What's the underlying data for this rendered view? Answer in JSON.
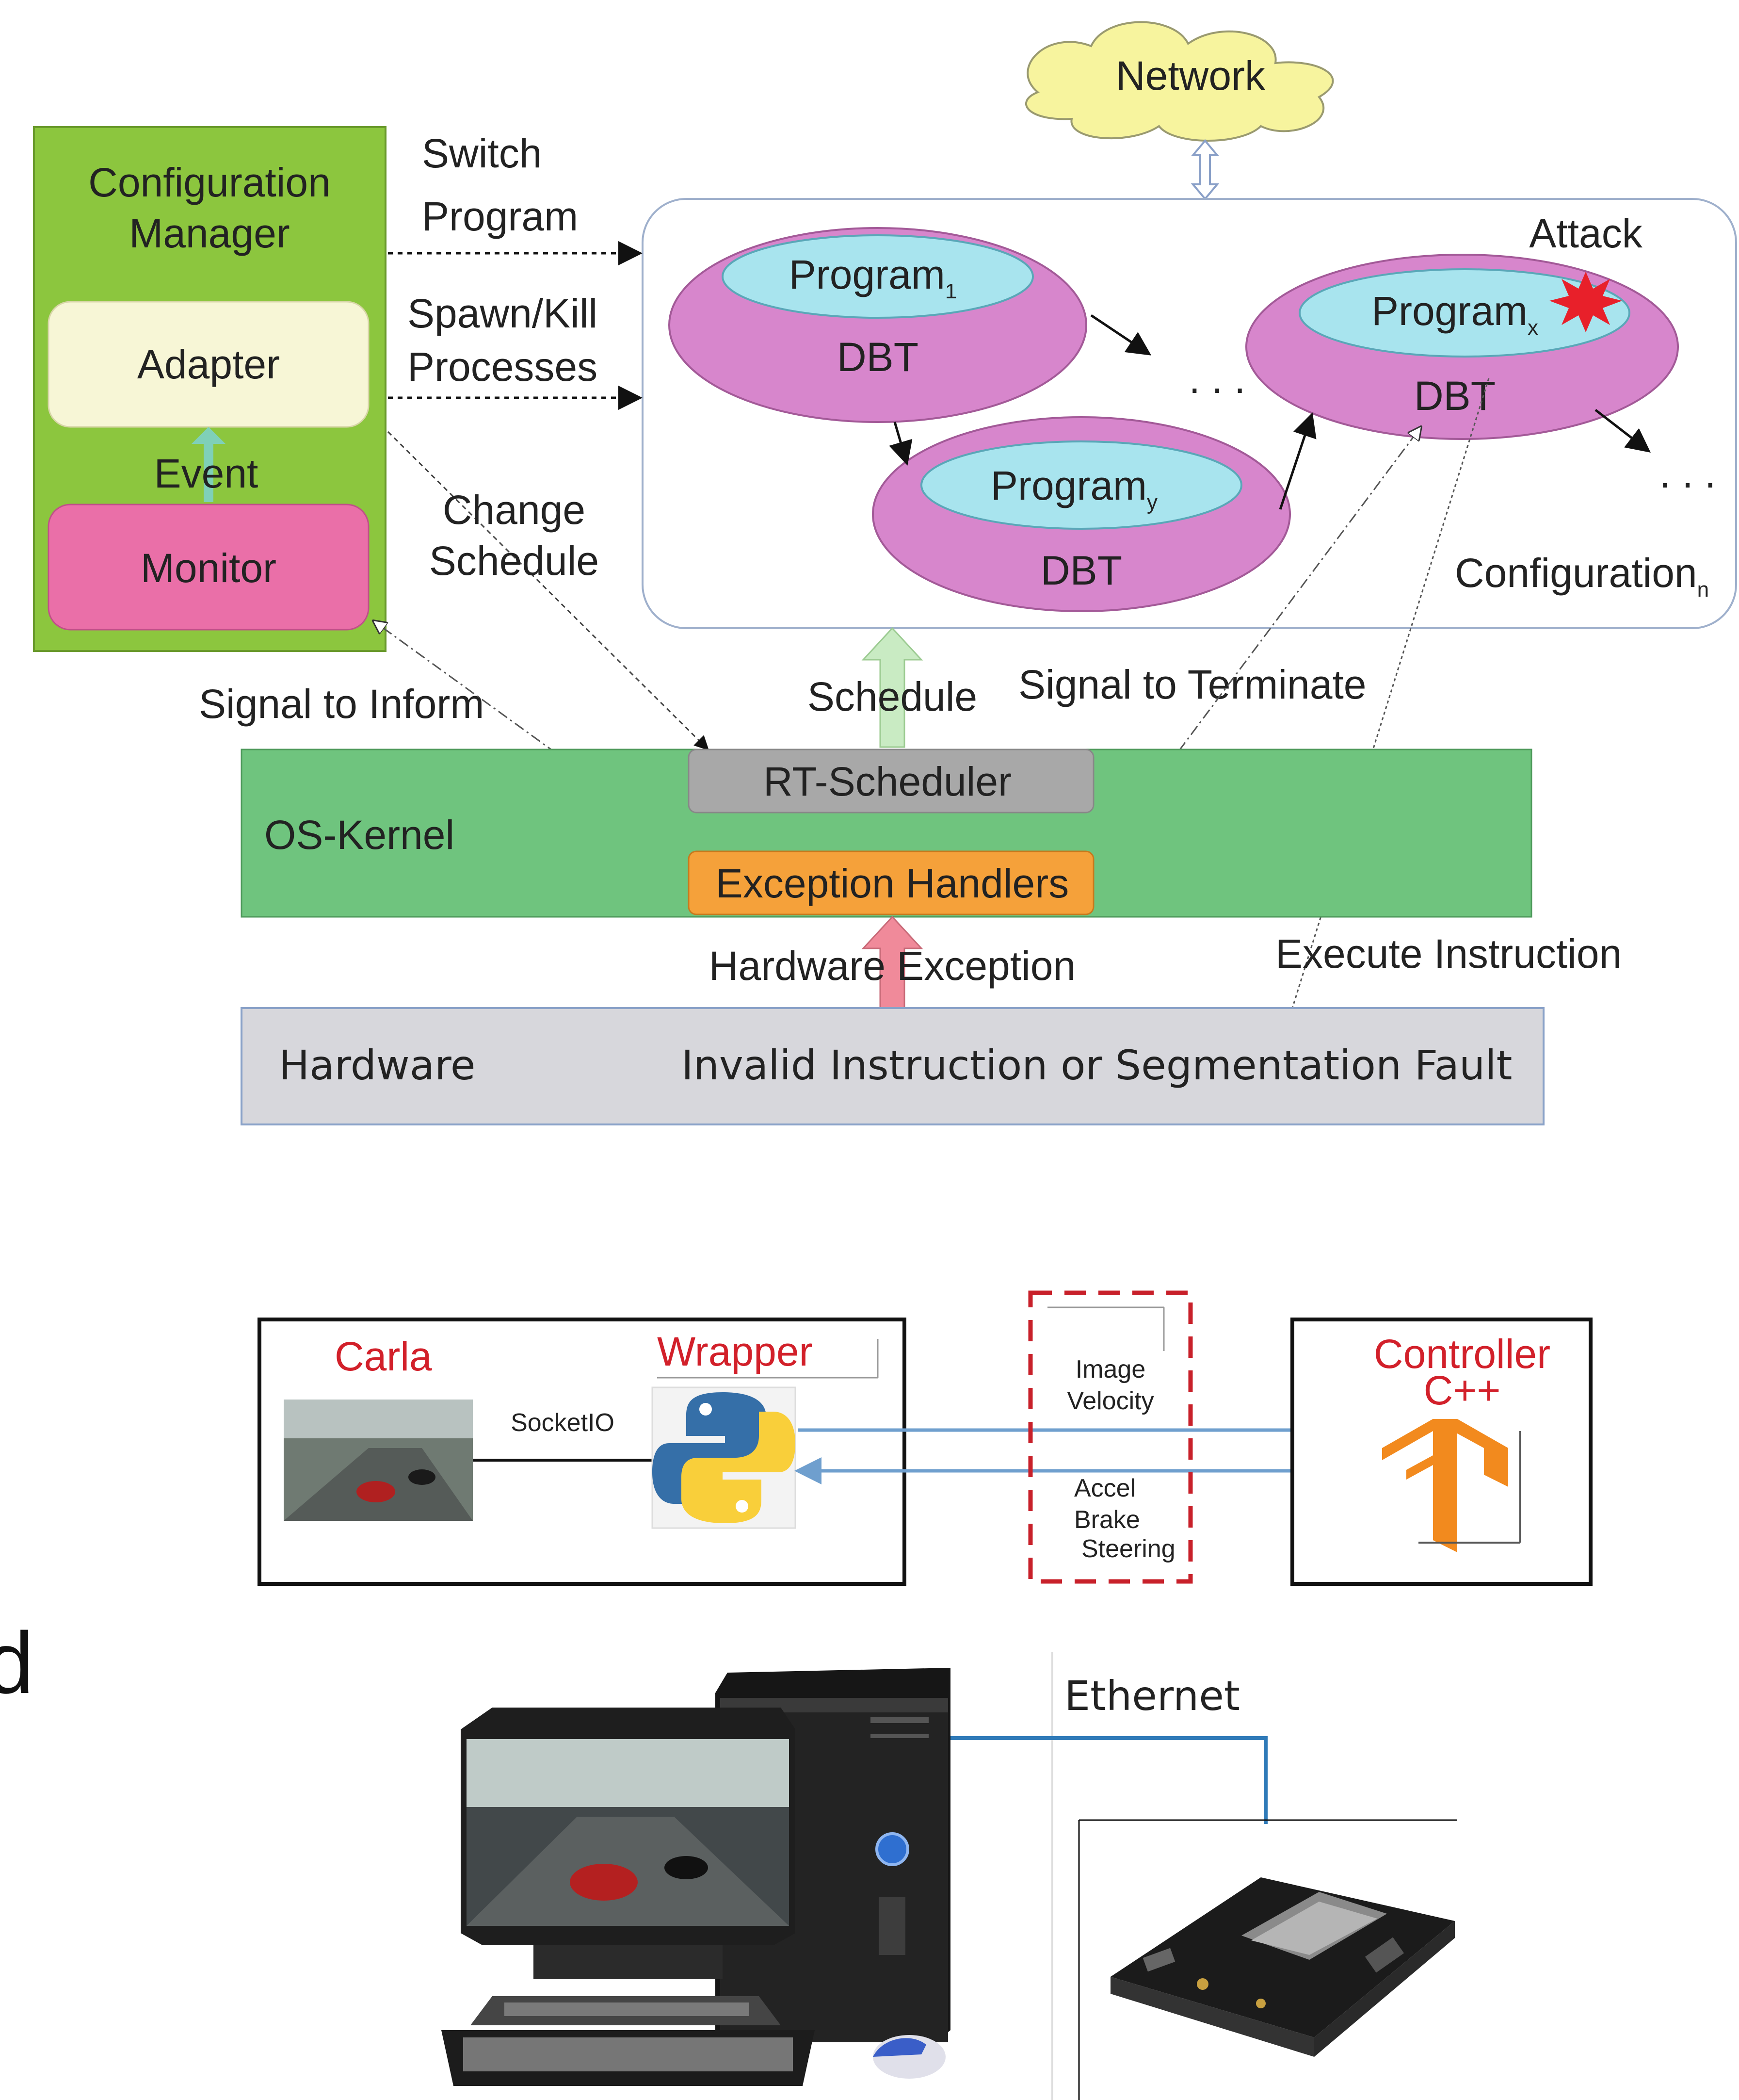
{
  "top_diagram": {
    "network": "Network",
    "config_manager": {
      "title_line1": "Configuration",
      "title_line2": "Manager",
      "adapter": "Adapter",
      "event": "Event",
      "monitor": "Monitor"
    },
    "labels": {
      "switch_line1": "Switch",
      "switch_line2": "Program",
      "spawn_line1": "Spawn/Kill",
      "spawn_line2": "Processes",
      "change_line1": "Change",
      "change_line2": "Schedule",
      "signal_inform": "Signal to Inform",
      "schedule": "Schedule",
      "signal_terminate": "Signal to Terminate",
      "attack": "Attack",
      "configuration": "Configuration",
      "configuration_sub": "n",
      "hardware_exception": "Hardware Exception",
      "execute_instruction": "Execute Instruction"
    },
    "programs": {
      "p1": "Program",
      "p1_sub": "1",
      "py": "Program",
      "py_sub": "y",
      "px": "Program",
      "px_sub": "x",
      "dbt": "DBT",
      "ellipsis": ". . ."
    },
    "kernel": {
      "label": "OS-Kernel",
      "scheduler": "RT-Scheduler",
      "handlers": "Exception Handlers"
    },
    "hardware": {
      "label": "Hardware",
      "fault": "Invalid Instruction or Segmentation Fault"
    }
  },
  "middle_diagram": {
    "carla": "Carla",
    "wrapper": "Wrapper",
    "socketio": "SocketIO",
    "image": "Image",
    "velocity": "Velocity",
    "accel": "Accel",
    "brake": "Brake",
    "steering": "Steering",
    "controller": "Controller",
    "cpp": "C++"
  },
  "bottom_diagram": {
    "ethernet": "Ethernet",
    "side_letter": "d"
  },
  "colors": {
    "config_green": "#8cc63e",
    "adapter_cream": "#f7f6d6",
    "monitor_pink": "#ea6fa8",
    "program_pink": "#d786cc",
    "program_cyan": "#a8e4ee",
    "kernel_green": "#6fc47e",
    "scheduler_gray": "#a8a8a8",
    "handlers_orange": "#f5a13a",
    "hardware_gray": "#d7d7dc",
    "network_yellow": "#f7f49e",
    "arrow_blue": "#6f9fce",
    "label_red": "#d2202a",
    "tf_orange": "#f28a1e"
  }
}
